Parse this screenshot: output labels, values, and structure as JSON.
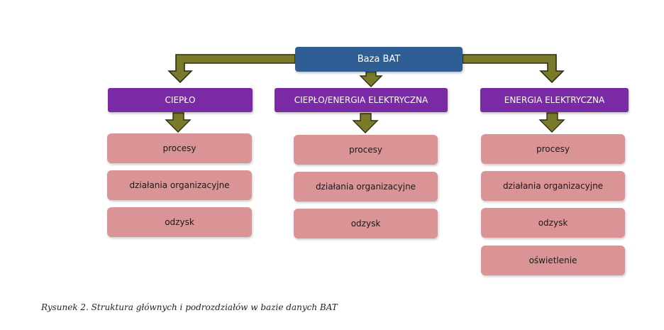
{
  "root": {
    "label": "Baza BAT"
  },
  "categories": [
    {
      "label": "CIEPŁO",
      "items": [
        "procesy",
        "działania organizacyjne",
        "odzysk"
      ]
    },
    {
      "label": "CIEPŁO/ENERGIA ELEKTRYCZNA",
      "items": [
        "procesy",
        "działania organizacyjne",
        "odzysk"
      ]
    },
    {
      "label": "ENERGIA ELEKTRYCZNA",
      "items": [
        "procesy",
        "działania organizacyjne",
        "odzysk",
        "oświetlenie"
      ]
    }
  ],
  "caption": "Rysunek 2. Struktura głównych i podrozdziałów w bazie danych BAT",
  "colors": {
    "root": "#2f5e95",
    "category": "#7b2aa5",
    "subcategory": "#da9495",
    "arrow_fill": "#7a7a2a",
    "arrow_stroke": "#2e2e10"
  }
}
